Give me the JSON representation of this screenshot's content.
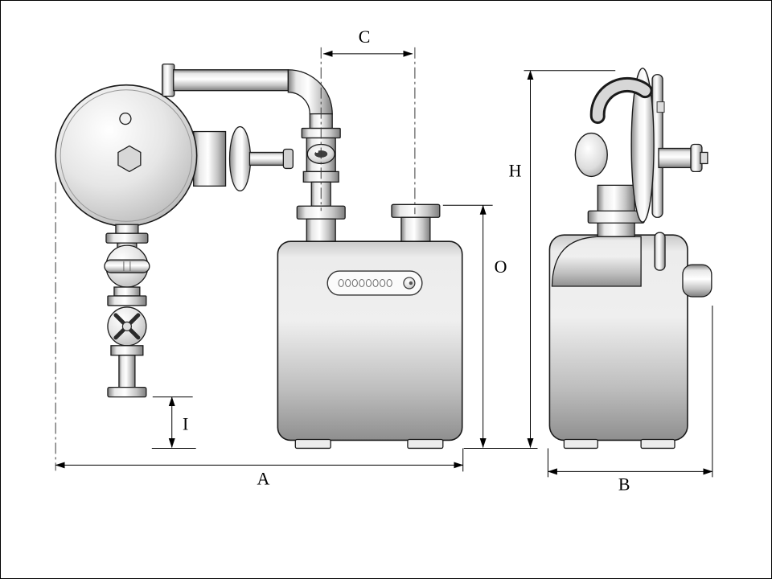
{
  "diagram": {
    "labels": {
      "c": "C",
      "h": "H",
      "o": "O",
      "i": "I",
      "a": "A",
      "b": "B"
    },
    "register_digits": "00000000",
    "colors": {
      "line": "#1a1a1a",
      "background": "#ffffff",
      "metal_light": "#ffffff",
      "metal_mid": "#d8d8d8",
      "metal_dark": "#8a8a8a"
    }
  }
}
